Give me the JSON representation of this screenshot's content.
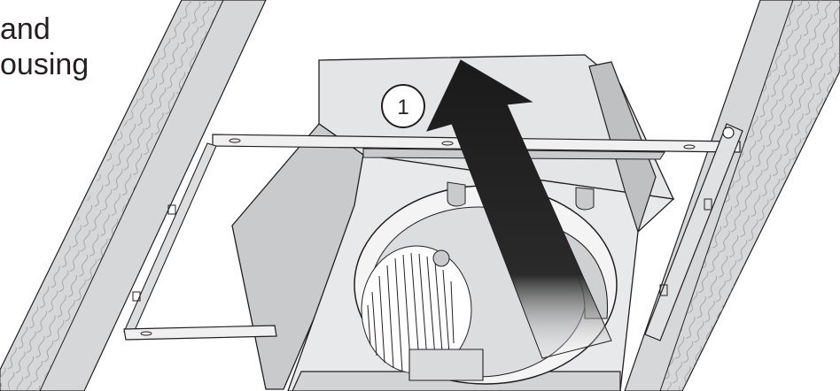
{
  "caption": {
    "line1": "and",
    "line2": "ousing"
  },
  "step": {
    "number": "1"
  },
  "colors": {
    "line": "#231f20",
    "housing_top": "#e4e5e6",
    "housing_side": "#c9cacc",
    "housing_dark": "#a7a9ac",
    "joist": "#d6d7d9",
    "arrow": "#1a1a1a"
  },
  "icons": {
    "wood-grain": "wood-grain-texture",
    "blower-wheel": "blower-wheel",
    "hanger-bar": "hanger-bar"
  }
}
